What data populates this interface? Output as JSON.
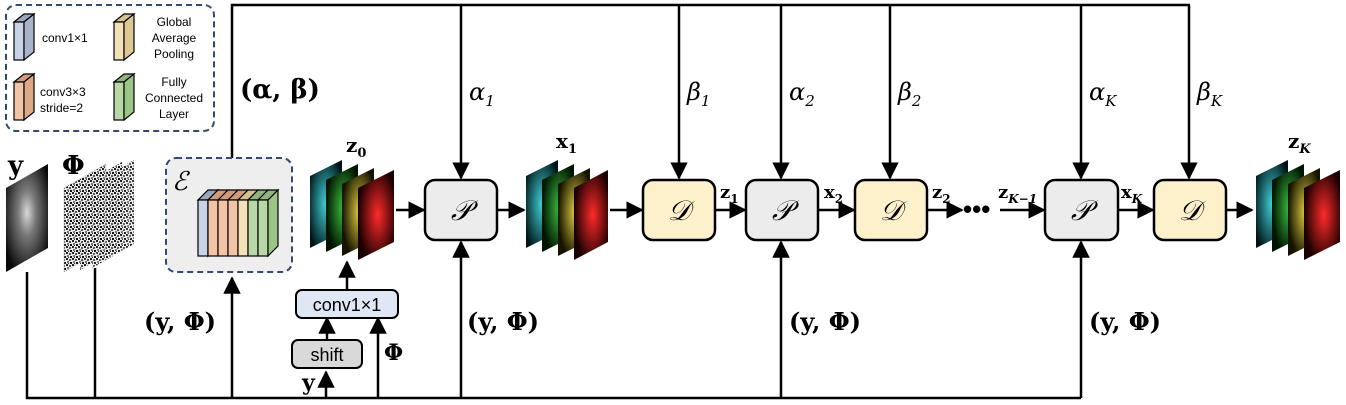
{
  "legend": {
    "items": [
      {
        "label_lines": [
          "conv1×1"
        ],
        "color": "#c9d3e6"
      },
      {
        "label_lines": [
          "Global",
          "Average",
          "Pooling"
        ],
        "color": "#f3e2b8"
      },
      {
        "label_lines": [
          "conv3×3",
          "stride=2"
        ],
        "color": "#f2c3a5"
      },
      {
        "label_lines": [
          "Fully",
          "Connected",
          "Layer"
        ],
        "color": "#b9d8a8"
      }
    ]
  },
  "inputs": {
    "y_label": "y",
    "phi_label": "Φ"
  },
  "encoder": {
    "label": "ℰ",
    "output_label": "(α, β)"
  },
  "init": {
    "shift_label": "shift",
    "conv_label": "conv1×1",
    "y_label": "y",
    "phi_label": "Φ",
    "z0_label": "z",
    "z0_sub": "0"
  },
  "stages": {
    "P_label": "𝒫",
    "D_label": "𝒟",
    "params": [
      {
        "sym": "α",
        "sub": "1"
      },
      {
        "sym": "β",
        "sub": "1"
      },
      {
        "sym": "α",
        "sub": "2"
      },
      {
        "sym": "β",
        "sub": "2"
      },
      {
        "sym": "α",
        "sub": "K"
      },
      {
        "sym": "β",
        "sub": "K"
      }
    ],
    "flow_labels": [
      {
        "sym": "x",
        "sub": "1"
      },
      {
        "sym": "z",
        "sub": "1"
      },
      {
        "sym": "x",
        "sub": "2"
      },
      {
        "sym": "z",
        "sub": "2"
      },
      {
        "sym": "z",
        "sub": "K−1"
      },
      {
        "sym": "x",
        "sub": "K"
      },
      {
        "sym": "z",
        "sub": "K"
      }
    ],
    "ellipsis": "•••",
    "y_phi_label": "(y, Φ)"
  },
  "colors": {
    "p_box": "#ececec",
    "d_box": "#fdf1cc",
    "encoder_bg": "#eeeeee",
    "dashed": "#2f4b72",
    "conv_box": "#dfe6f4",
    "shift_box": "#d9d9d9"
  }
}
